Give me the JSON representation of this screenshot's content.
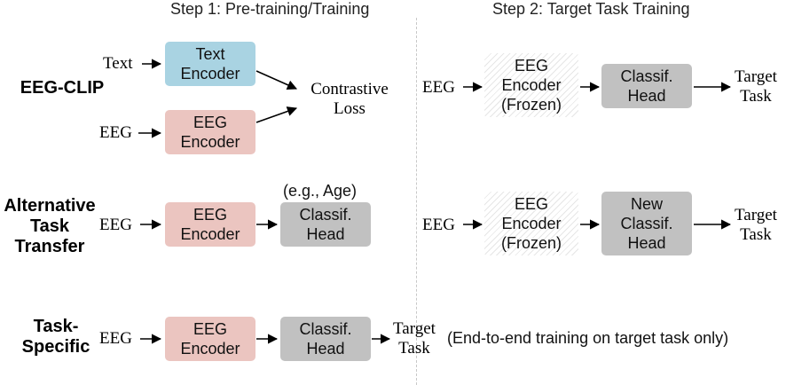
{
  "headers": {
    "step1": "Step 1: Pre-training/Training",
    "step2": "Step 2: Target Task Training"
  },
  "rows": {
    "clip": {
      "label": [
        "EEG-CLIP"
      ],
      "text_input": "Text",
      "eeg_input": "EEG",
      "text_encoder": [
        "Text",
        "Encoder"
      ],
      "eeg_encoder": [
        "EEG",
        "Encoder"
      ],
      "loss": [
        "Contrastive",
        "Loss"
      ],
      "step2_input": "EEG",
      "step2_encoder": [
        "EEG",
        "Encoder",
        "(Frozen)"
      ],
      "step2_head": [
        "Classif.",
        "Head"
      ],
      "step2_output": [
        "Target",
        "Task"
      ]
    },
    "alt": {
      "label": [
        "Alternative",
        "Task",
        "Transfer"
      ],
      "input": "EEG",
      "encoder": [
        "EEG",
        "Encoder"
      ],
      "head_note": "(e.g., Age)",
      "head": [
        "Classif.",
        "Head"
      ],
      "step2_input": "EEG",
      "step2_encoder": [
        "EEG",
        "Encoder",
        "(Frozen)"
      ],
      "step2_head": [
        "New",
        "Classif.",
        "Head"
      ],
      "step2_output": [
        "Target",
        "Task"
      ]
    },
    "specific": {
      "label": [
        "Task-",
        "Specific"
      ],
      "input": "EEG",
      "encoder": [
        "EEG",
        "Encoder"
      ],
      "head": [
        "Classif.",
        "Head"
      ],
      "output": [
        "Target",
        "Task"
      ],
      "note": "(End-to-end training on target task only)"
    }
  },
  "colors": {
    "text_encoder": "#a9d3e2",
    "eeg_encoder": "#ebc5c0",
    "classif_head": "#c1c1c1",
    "frozen_hatch": "#e6e6e6",
    "divider": "#c8c8c8"
  }
}
